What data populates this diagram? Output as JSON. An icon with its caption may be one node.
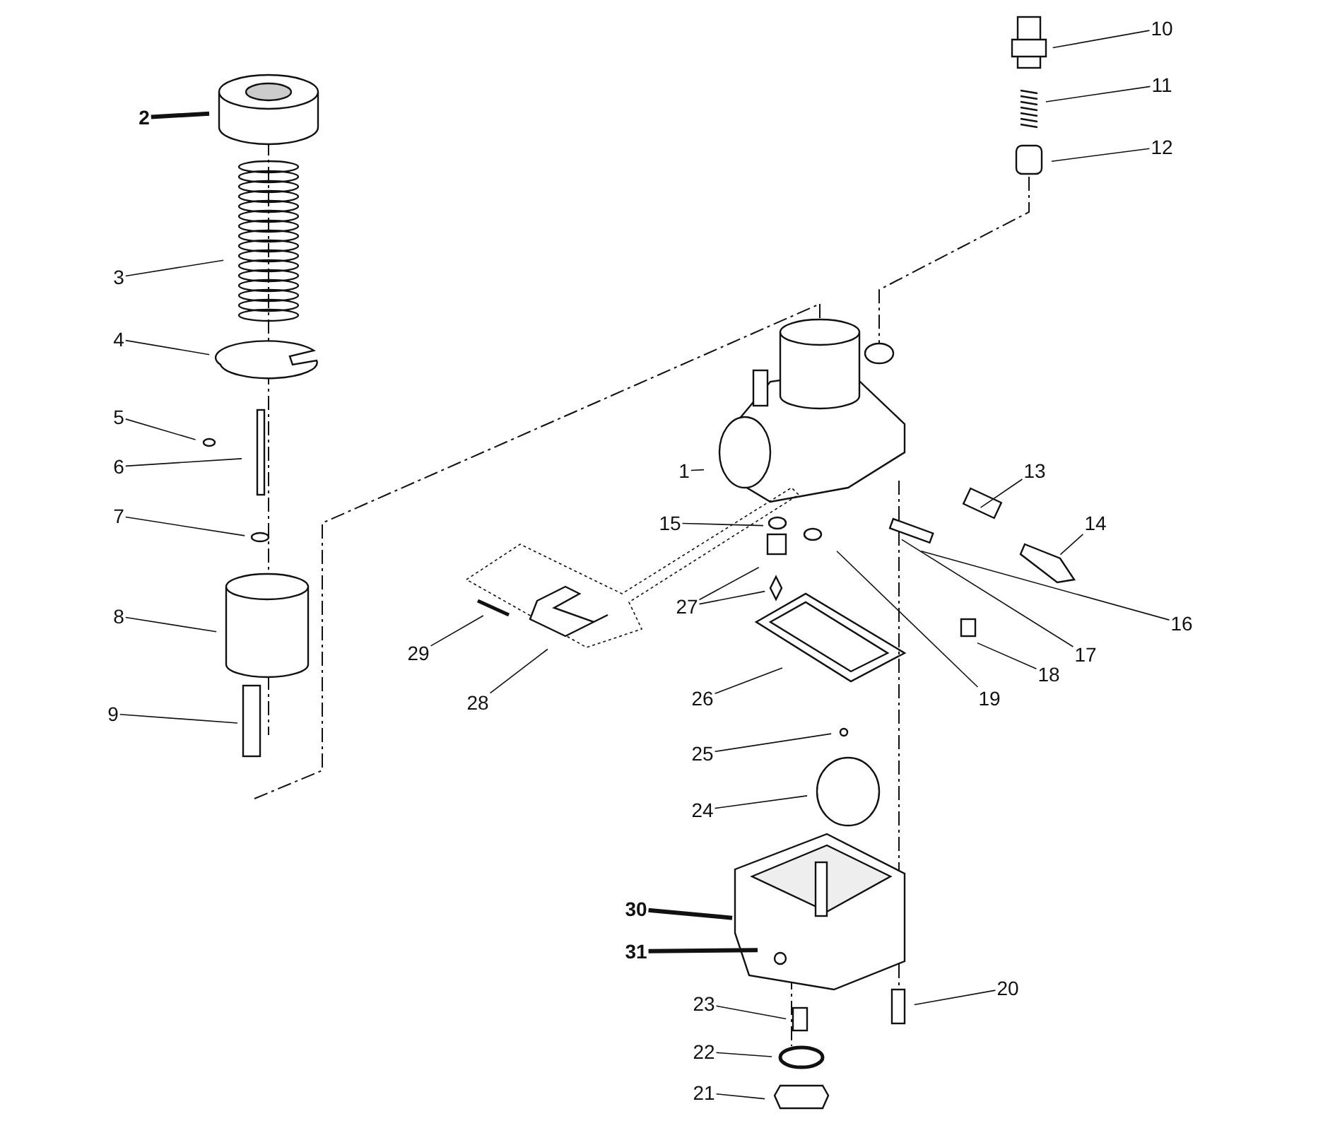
{
  "diagram": {
    "nodes": [
      {
        "text": [
          "2"
        ]
      },
      {
        "text": [
          "10"
        ]
      },
      {
        "text": [
          "11"
        ]
      },
      {
        "text": [
          "12"
        ]
      },
      {
        "text": [
          "3"
        ]
      },
      {
        "text": [
          "4"
        ]
      },
      {
        "text": [
          "5"
        ]
      },
      {
        "text": [
          "6"
        ]
      },
      {
        "text": [
          "1"
        ]
      },
      {
        "text": [
          "13"
        ]
      },
      {
        "text": [
          "7"
        ]
      },
      {
        "text": [
          "15"
        ]
      },
      {
        "text": [
          "14"
        ]
      },
      {
        "text": [
          "8"
        ]
      },
      {
        "text": [
          "27"
        ]
      },
      {
        "text": [
          "16"
        ]
      },
      {
        "text": [
          "29"
        ]
      },
      {
        "text": [
          "17"
        ]
      },
      {
        "text": [
          "18"
        ]
      },
      {
        "text": [
          "28"
        ]
      },
      {
        "text": [
          "19"
        ]
      },
      {
        "text": [
          "26"
        ]
      },
      {
        "text": [
          "9"
        ]
      },
      {
        "text": [
          "25"
        ]
      },
      {
        "text": [
          "24"
        ]
      },
      {
        "text": [
          "30"
        ]
      },
      {
        "text": [
          "31"
        ]
      },
      {
        "text": [
          "23"
        ]
      },
      {
        "text": [
          "20"
        ]
      },
      {
        "text": [
          "22"
        ]
      },
      {
        "text": [
          "21"
        ]
      }
    ],
    "edges": [
      {
        "from": 0,
        "to": null,
        "arrow": "none",
        "style": "thick"
      },
      {
        "from": 1,
        "to": null,
        "arrow": "none"
      },
      {
        "from": 2,
        "to": null,
        "arrow": "none"
      },
      {
        "from": 3,
        "to": null,
        "arrow": "none"
      },
      {
        "from": 4,
        "to": null,
        "arrow": "none"
      },
      {
        "from": 5,
        "to": null,
        "arrow": "none"
      },
      {
        "from": 6,
        "to": null,
        "arrow": "none"
      },
      {
        "from": 7,
        "to": null,
        "arrow": "none"
      },
      {
        "from": 8,
        "to": null,
        "arrow": "none"
      },
      {
        "from": 9,
        "to": null,
        "arrow": "none"
      },
      {
        "from": 10,
        "to": null,
        "arrow": "none"
      },
      {
        "from": 11,
        "to": null,
        "arrow": "none"
      },
      {
        "from": 12,
        "to": null,
        "arrow": "none"
      },
      {
        "from": 13,
        "to": null,
        "arrow": "none"
      },
      {
        "from": 14,
        "to": null,
        "arrow": "none"
      },
      {
        "from": 14,
        "to": null,
        "arrow": "none"
      },
      {
        "from": 15,
        "to": null,
        "arrow": "none"
      },
      {
        "from": 16,
        "to": null,
        "arrow": "none"
      },
      {
        "from": 17,
        "to": null,
        "arrow": "none"
      },
      {
        "from": 18,
        "to": null,
        "arrow": "none"
      },
      {
        "from": 19,
        "to": null,
        "arrow": "none"
      },
      {
        "from": 20,
        "to": null,
        "arrow": "none"
      },
      {
        "from": 21,
        "to": null,
        "arrow": "none"
      },
      {
        "from": 22,
        "to": null,
        "arrow": "none"
      },
      {
        "from": 23,
        "to": null,
        "arrow": "none"
      },
      {
        "from": 24,
        "to": null,
        "arrow": "none"
      },
      {
        "from": 25,
        "to": null,
        "arrow": "none",
        "style": "thick"
      },
      {
        "from": 26,
        "to": null,
        "arrow": "none",
        "style": "thick"
      },
      {
        "from": 27,
        "to": null,
        "arrow": "none"
      },
      {
        "from": 28,
        "to": null,
        "arrow": "none"
      },
      {
        "from": 29,
        "to": null,
        "arrow": "none"
      },
      {
        "from": 30,
        "to": null,
        "arrow": "none"
      }
    ]
  }
}
